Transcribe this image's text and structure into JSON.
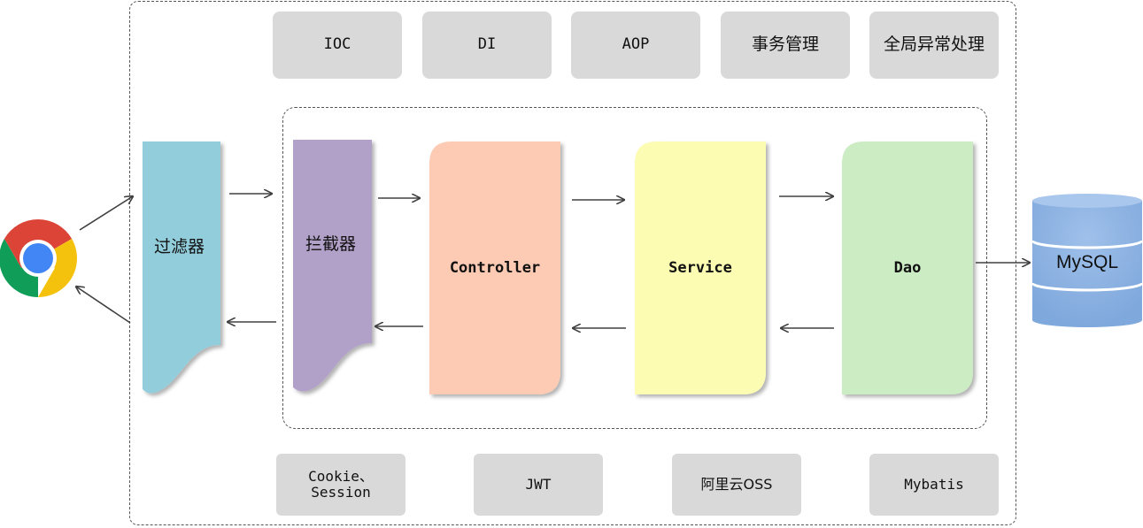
{
  "top_tags": [
    "IOC",
    "DI",
    "AOP",
    "事务管理",
    "全局异常处理"
  ],
  "filter": {
    "label": "过滤器",
    "color": "#92cddc"
  },
  "interceptor": {
    "label": "拦截器",
    "color": "#b1a0c7"
  },
  "controller": {
    "label": "Controller",
    "color": "#fdcbb3"
  },
  "service": {
    "label": "Service",
    "color": "#fdfcb3"
  },
  "dao": {
    "label": "Dao",
    "color": "#ccedc4"
  },
  "database": {
    "label": "MySQL",
    "color": "#8eb4e3"
  },
  "bottom_tags": {
    "cookie_line1": "Cookie、",
    "cookie_line2": "Session",
    "jwt": "JWT",
    "oss": "阿里云OSS",
    "mybatis": "Mybatis"
  },
  "colors": {
    "tag_bg": "#d9d9d9",
    "arrow": "#404040",
    "frame": "#555555"
  }
}
